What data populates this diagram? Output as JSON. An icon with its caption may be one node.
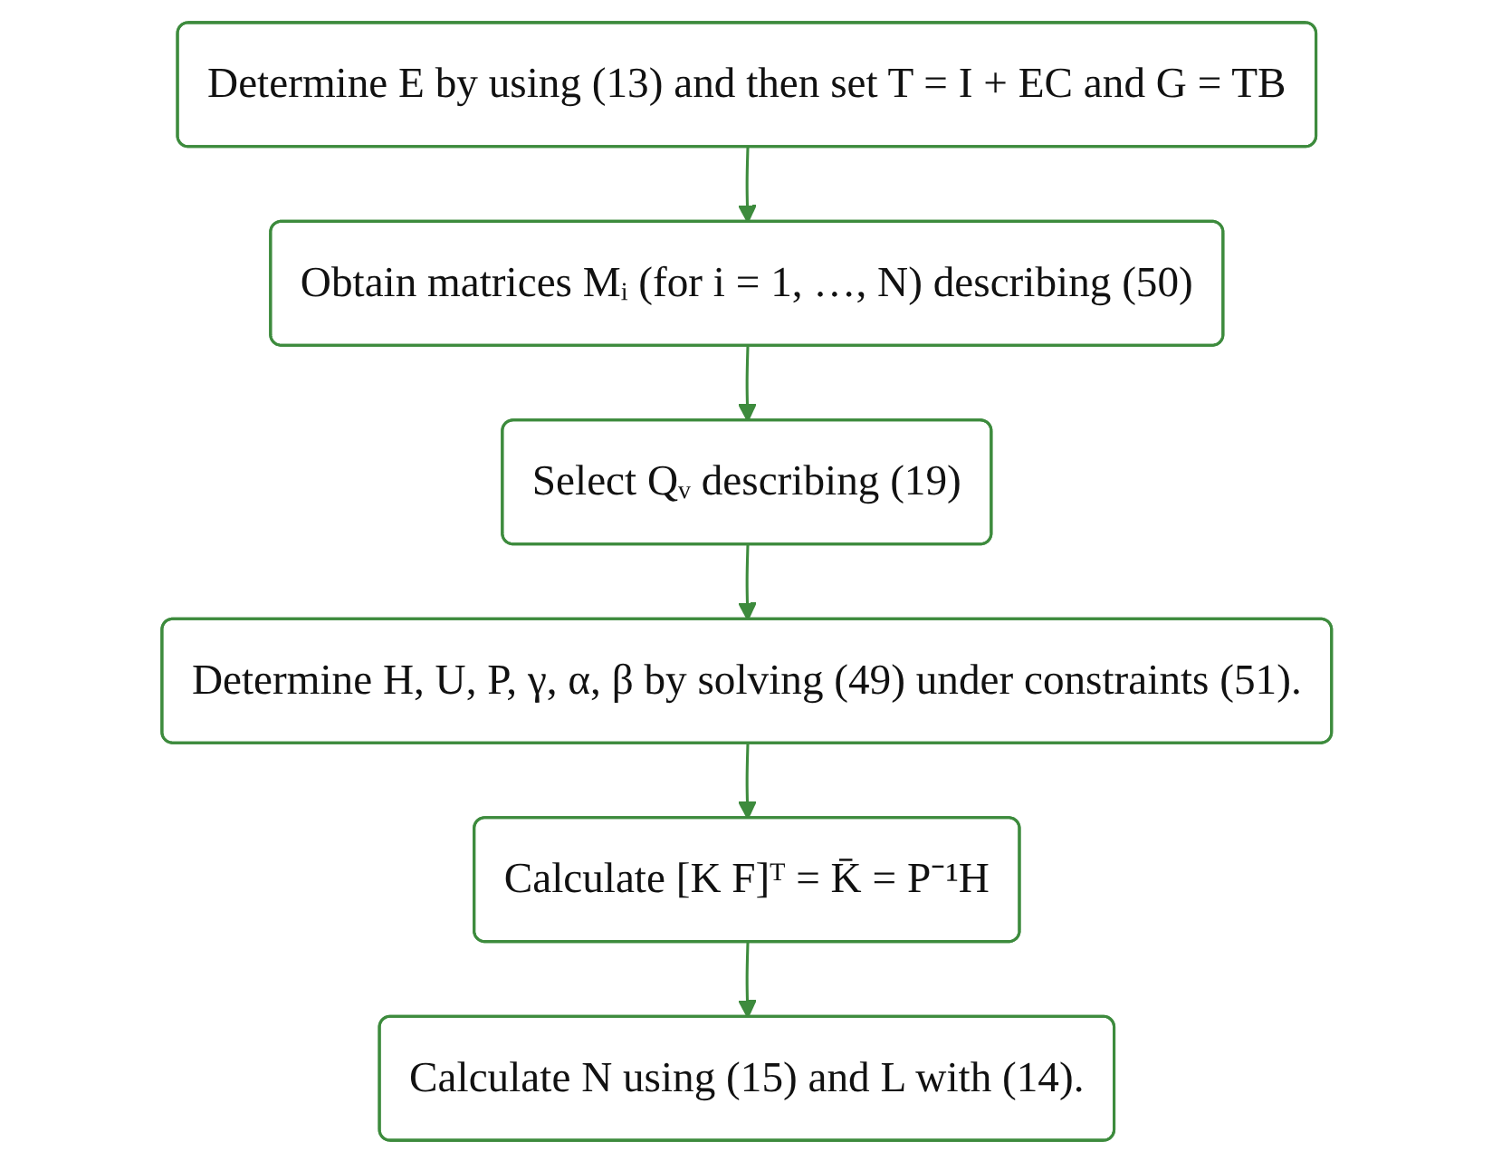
{
  "diagram": {
    "nodes": [
      {
        "text": [
          "Determine E by using (13) and then set T = I + EC and G = TB"
        ]
      },
      {
        "text": [
          "Obtain matrices Mᵢ (for i = 1, …, N) describing (50)"
        ]
      },
      {
        "text": [
          "Select Qᵥ describing (19)"
        ]
      },
      {
        "text": [
          "Determine H, U, P, γ, α, β by solving (49) under constraints (51)."
        ]
      },
      {
        "text": [
          "Calculate [K F]ᵀ = K̄ = P⁻¹H"
        ]
      },
      {
        "text": [
          "Calculate N using (15) and L with (14)."
        ]
      }
    ],
    "edges": [
      {
        "from": 0,
        "to": 1,
        "arrow": "to"
      },
      {
        "from": 1,
        "to": 2,
        "arrow": "to"
      },
      {
        "from": 2,
        "to": 3,
        "arrow": "to"
      },
      {
        "from": 3,
        "to": 4,
        "arrow": "to"
      },
      {
        "from": 4,
        "to": 5,
        "arrow": "to"
      }
    ]
  }
}
